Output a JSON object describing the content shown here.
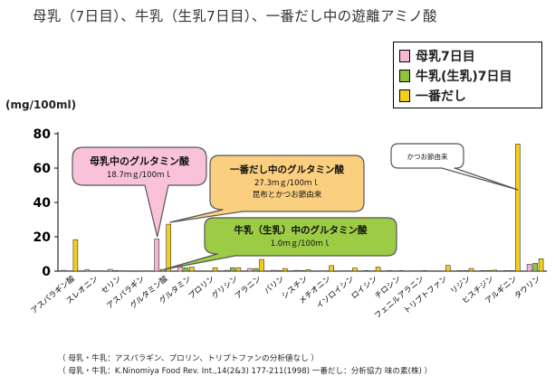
{
  "title": "母乳（7日目）、牛乳（生乳7日目）、一番だし中の遊離アミノ酸",
  "unit_label": "(mg/100ml)",
  "colors": {
    "breast_milk": "#f5b6d2",
    "cow_milk": "#8fc33c",
    "dashi": "#f2cf1c",
    "callout_breast": "#f9c2d9",
    "callout_dashi": "#fbcf80",
    "callout_cow": "#9ccb46"
  },
  "chart_data": {
    "type": "bar",
    "title": "母乳（7日目）、牛乳（生乳7日目）、一番だし中の遊離アミノ酸",
    "ylabel": "(mg/100ml)",
    "ylim": [
      0,
      80
    ],
    "yticks": [
      0,
      20,
      40,
      60,
      80
    ],
    "grid": false,
    "legend_position": "top-right",
    "categories": [
      "アスパラギン酸",
      "スレオニン",
      "セリン",
      "アスパラギン",
      "グルタミン酸",
      "グルタミン",
      "プロリン",
      "グリシン",
      "アラニン",
      "バリン",
      "シスチン",
      "メチオニン",
      "イソロイシン",
      "ロイシン",
      "チロシン",
      "フェニルアラニン",
      "トリプトファン",
      "リジン",
      "ヒスチジン",
      "アルギニン",
      "タウリン"
    ],
    "series": [
      {
        "name": "母乳7日目",
        "values": [
          0.5,
          0.8,
          1.0,
          0.0,
          18.7,
          2.5,
          0.0,
          0.5,
          1.5,
          0.5,
          0.5,
          0.2,
          0.2,
          0.3,
          0.3,
          0.2,
          0.0,
          0.3,
          0.3,
          0.3,
          4.0
        ]
      },
      {
        "name": "牛乳(生乳)7日目",
        "values": [
          0.2,
          0.2,
          0.3,
          0.0,
          1.0,
          2.0,
          0.0,
          2.0,
          1.5,
          0.3,
          0.3,
          0.2,
          0.2,
          0.2,
          0.2,
          0.2,
          0.0,
          0.3,
          0.3,
          0.3,
          4.5
        ]
      },
      {
        "name": "一番だし",
        "values": [
          18.3,
          0.2,
          0.2,
          0.2,
          27.3,
          2.3,
          2.0,
          2.0,
          6.8,
          1.5,
          0.8,
          3.2,
          1.8,
          2.3,
          0.3,
          0.3,
          3.3,
          1.5,
          0.6,
          74.0,
          7.2
        ]
      }
    ],
    "annotations": [
      {
        "line1": "母乳中のグルタミン酸",
        "line2": "18.7ｍｇ/100ｍｌ",
        "line3": ""
      },
      {
        "line1": "一番だし中のグルタミン酸",
        "line2": "27.3ｍｇ/100ｍｌ",
        "line3": "昆布とかつお節由来"
      },
      {
        "line1": "牛乳（生乳）中のグルタミン酸",
        "line2": "1.0ｍｇ/100ｍｌ",
        "line3": ""
      },
      {
        "line1": "かつお節由来",
        "line2": "",
        "line3": ""
      }
    ]
  },
  "footnotes": [
    "（ 母乳・牛乳：アスパラギン、プロリン、トリプトファンの分析値なし ）",
    "（ 母乳・牛乳：K.Ninomiya Food  Rev. Int.,14(2&3)  177-211(1998)  一番だし：分析協力  味の素(株) ）"
  ]
}
